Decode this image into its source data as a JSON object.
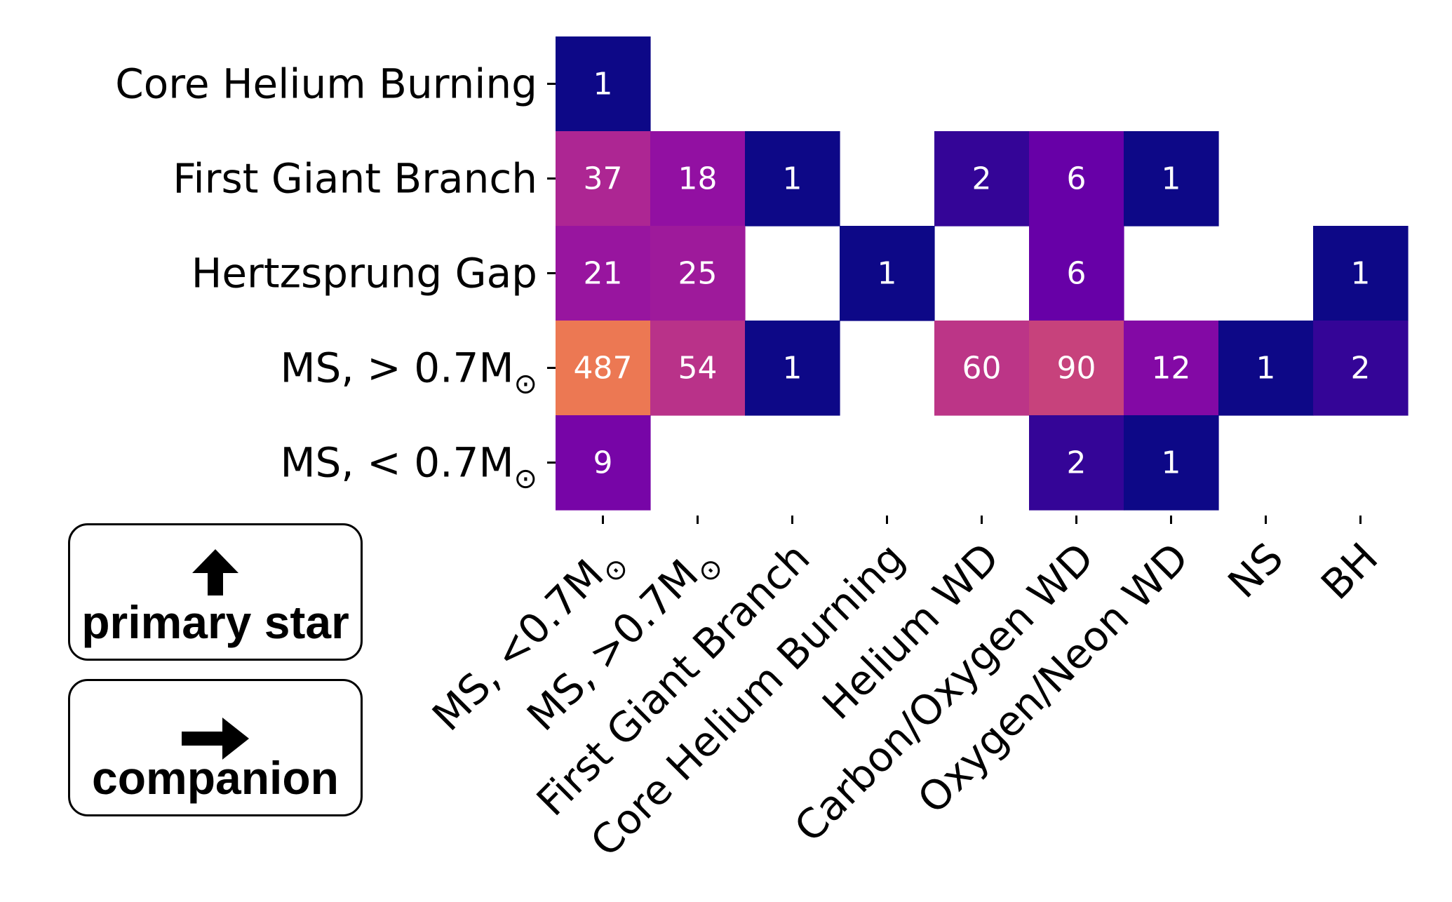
{
  "chart_data": {
    "type": "heatmap",
    "title": "",
    "xlabel": "",
    "ylabel": "",
    "colormap": "plasma",
    "value_range": [
      1,
      487
    ],
    "x_categories": [
      [
        "MS, <0.7M",
        "⊙"
      ],
      [
        "MS, >0.7M",
        "⊙"
      ],
      [
        "First Giant Branch",
        ""
      ],
      [
        "Core Helium Burning",
        ""
      ],
      [
        "Helium WD",
        ""
      ],
      [
        "Carbon/Oxygen WD",
        ""
      ],
      [
        "Oxygen/Neon WD",
        ""
      ],
      [
        "NS",
        ""
      ],
      [
        "BH",
        ""
      ]
    ],
    "y_categories": [
      [
        "Core Helium Burning",
        ""
      ],
      [
        "First Giant Branch",
        ""
      ],
      [
        "Hertzsprung Gap",
        ""
      ],
      [
        "MS,  > 0.7M",
        "⊙"
      ],
      [
        "MS,  < 0.7M",
        "⊙"
      ]
    ],
    "values": [
      [
        1,
        null,
        null,
        null,
        null,
        null,
        null,
        null,
        null
      ],
      [
        37,
        18,
        1,
        null,
        2,
        6,
        1,
        null,
        null
      ],
      [
        21,
        25,
        null,
        1,
        null,
        6,
        null,
        null,
        1
      ],
      [
        487,
        54,
        1,
        null,
        60,
        90,
        12,
        1,
        2
      ],
      [
        9,
        null,
        null,
        null,
        null,
        2,
        1,
        null,
        null
      ]
    ]
  },
  "legend": {
    "primary_label": "primary star",
    "companion_label": "companion"
  }
}
